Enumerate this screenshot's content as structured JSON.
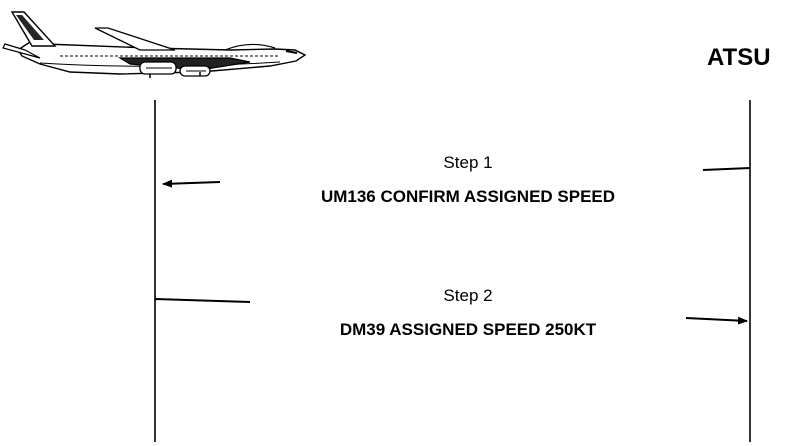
{
  "participants": {
    "aircraft": {
      "icon": "airplane-icon"
    },
    "ground": {
      "label": "ATSU"
    }
  },
  "messages": [
    {
      "step": "Step 1",
      "text": "UM136 CONFIRM ASSIGNED SPEED",
      "direction": "uplink"
    },
    {
      "step": "Step 2",
      "text": "DM39 ASSIGNED SPEED 250KT",
      "direction": "downlink"
    }
  ],
  "colors": {
    "line": "#000000",
    "background": "#ffffff"
  }
}
